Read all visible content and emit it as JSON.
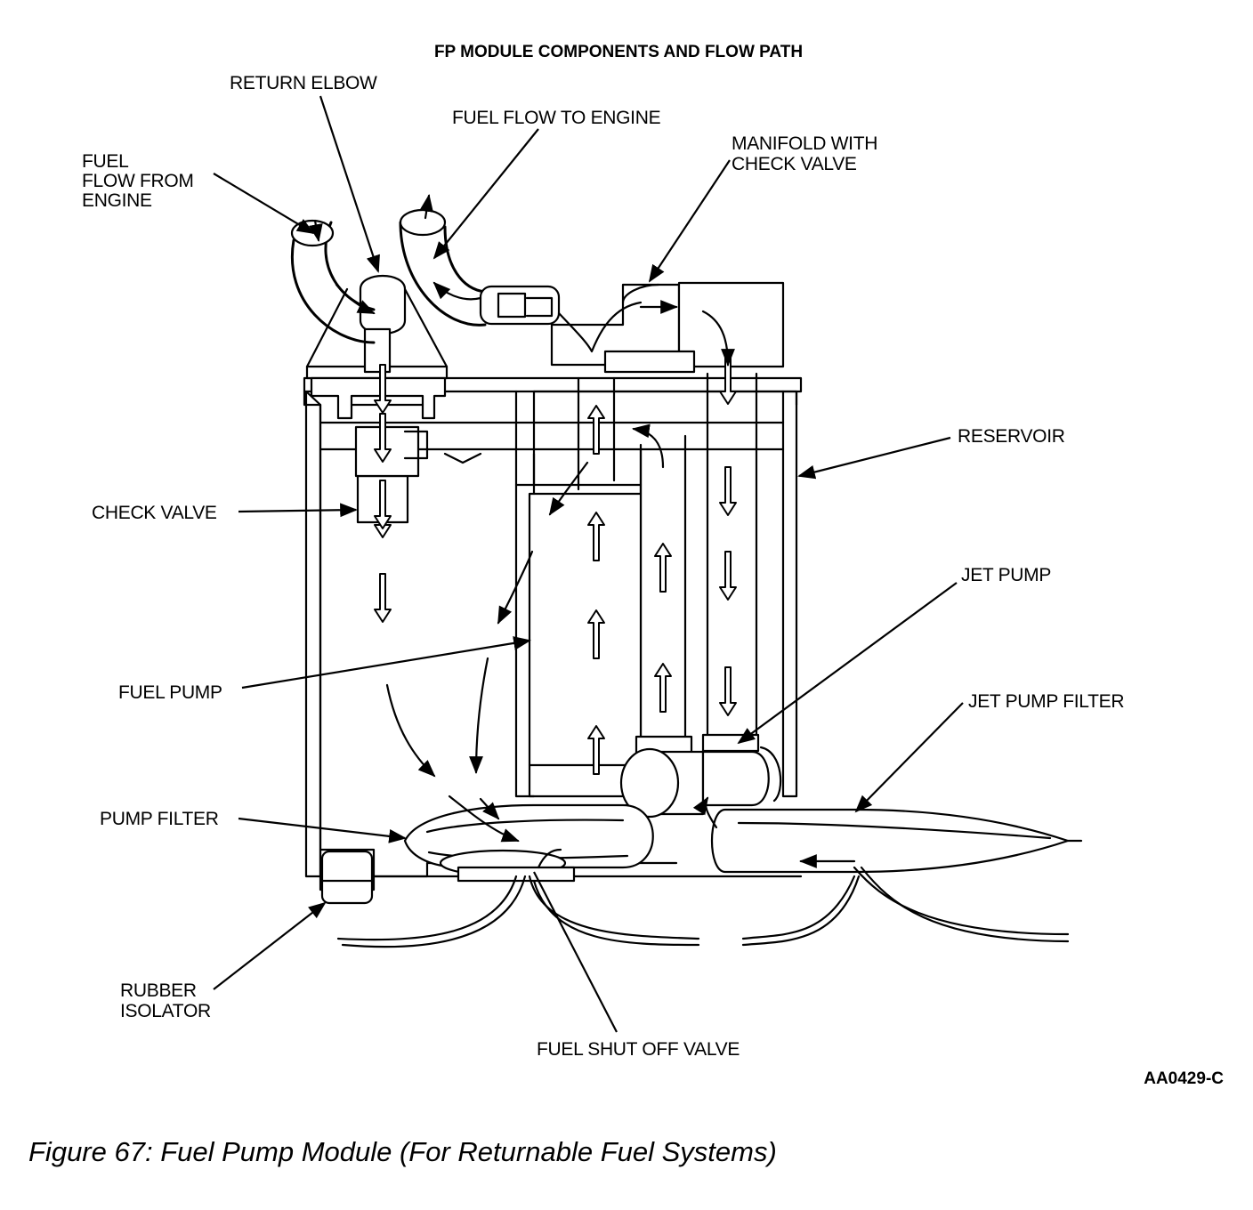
{
  "title": "FP MODULE COMPONENTS AND FLOW PATH",
  "labels": {
    "return_elbow": "RETURN ELBOW",
    "fuel_flow_to_engine": "FUEL FLOW TO ENGINE",
    "fuel_flow_from_engine": [
      "FUEL",
      "FLOW FROM",
      "ENGINE"
    ],
    "manifold_check_valve": [
      "MANIFOLD WITH",
      "CHECK VALVE"
    ],
    "reservoir": "RESERVOIR",
    "check_valve": "CHECK VALVE",
    "jet_pump": "JET PUMP",
    "fuel_pump": "FUEL PUMP",
    "jet_pump_filter": "JET PUMP FILTER",
    "pump_filter": "PUMP FILTER",
    "rubber_isolator": [
      "RUBBER",
      "ISOLATOR"
    ],
    "fuel_shut_off_valve": "FUEL SHUT OFF VALVE"
  },
  "figure_code": "AA0429-C",
  "caption": "Figure 67: Fuel Pump Module (For Returnable Fuel Systems)"
}
